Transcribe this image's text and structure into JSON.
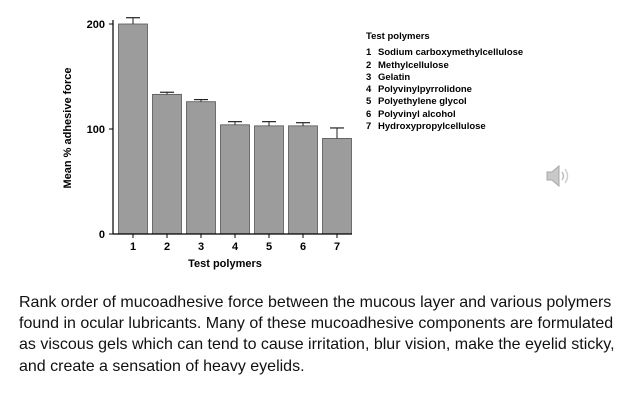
{
  "chart_data": {
    "type": "bar",
    "categories": [
      "1",
      "2",
      "3",
      "4",
      "5",
      "6",
      "7"
    ],
    "values": [
      200,
      133,
      126,
      104,
      103,
      103,
      91
    ],
    "errors": [
      6,
      2,
      2,
      3,
      4,
      3,
      10
    ],
    "xlabel": "Test polymers",
    "ylabel": "Mean % adhesive force",
    "ylim": [
      0,
      200
    ],
    "yticks": [
      "0",
      "100",
      "200"
    ],
    "grid": false,
    "bar_color": "#9c9c9c",
    "legend": {
      "title": "Test polymers",
      "placement": "right",
      "items": [
        {
          "num": "1",
          "label": "Sodium carboxymethylcellulose"
        },
        {
          "num": "2",
          "label": "Methylcellulose"
        },
        {
          "num": "3",
          "label": "Gelatin"
        },
        {
          "num": "4",
          "label": "Polyvinylpyrrolidone"
        },
        {
          "num": "5",
          "label": "Polyethylene glycol"
        },
        {
          "num": "6",
          "label": "Polyvinyl alcohol"
        },
        {
          "num": "7",
          "label": "Hydroxypropylcellulose"
        }
      ]
    }
  },
  "caption": "Rank order of mucoadhesive force between the mucous layer and various polymers found in ocular lubricants. Many of these mucoadhesive components are formulated as viscous gels which can tend to cause irritation, blur vision, make the eyelid sticky, and create a sensation of heavy eyelids.",
  "icons": {
    "speaker": "speaker-icon"
  }
}
